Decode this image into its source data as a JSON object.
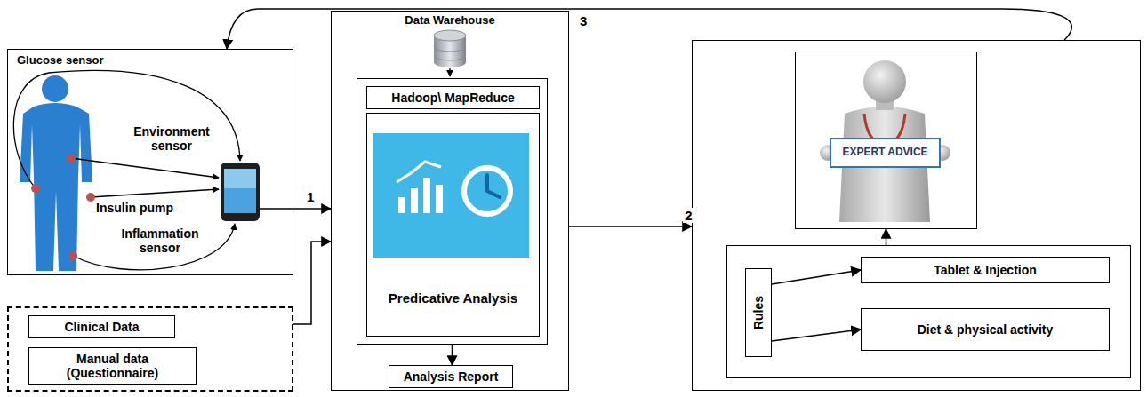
{
  "diagram": {
    "nodes": [
      {
        "text": [
          "Glucose sensor"
        ]
      },
      {
        "text": []
      },
      {
        "text": [
          "Clinical Data"
        ],
        "in": 1
      },
      {
        "text": [
          "Manual data (Questionnaire)"
        ],
        "in": 1
      },
      {
        "text": [
          "Data Warehouse"
        ]
      },
      {
        "text": [],
        "in": 4
      },
      {
        "text": [
          "Hadoop\\ MapReduce"
        ],
        "in": 5
      },
      {
        "text": [
          "Predicative Analysis"
        ],
        "in": 5
      },
      {
        "text": [
          "Analysis Report"
        ],
        "in": 4
      },
      {
        "text": []
      },
      {
        "text": [
          "EXPERT ADVICE"
        ],
        "in": 9
      },
      {
        "text": [],
        "in": 9
      },
      {
        "text": [
          "Rules"
        ],
        "in": 11
      },
      {
        "text": [
          "Tablet & Injection"
        ],
        "in": 11
      },
      {
        "text": [
          "Diet & physical activity"
        ],
        "in": 11
      }
    ],
    "edges": [
      {
        "from": 0,
        "to": 4,
        "arrow": "to",
        "label": "1"
      },
      {
        "from": 1,
        "to": 4,
        "arrow": "to"
      },
      {
        "from": 5,
        "to": 8,
        "arrow": "to"
      },
      {
        "from": 4,
        "to": 9,
        "arrow": "to",
        "label": "2"
      },
      {
        "from": 12,
        "to": 13,
        "arrow": "to"
      },
      {
        "from": 12,
        "to": 14,
        "arrow": "to"
      },
      {
        "from": 11,
        "to": 10,
        "arrow": "to"
      },
      {
        "from": 9,
        "to": 0,
        "arrow": "to",
        "label": "3"
      }
    ],
    "labels": [
      "Environment sensor",
      "Insulin pump",
      "Inflammation sensor"
    ]
  }
}
